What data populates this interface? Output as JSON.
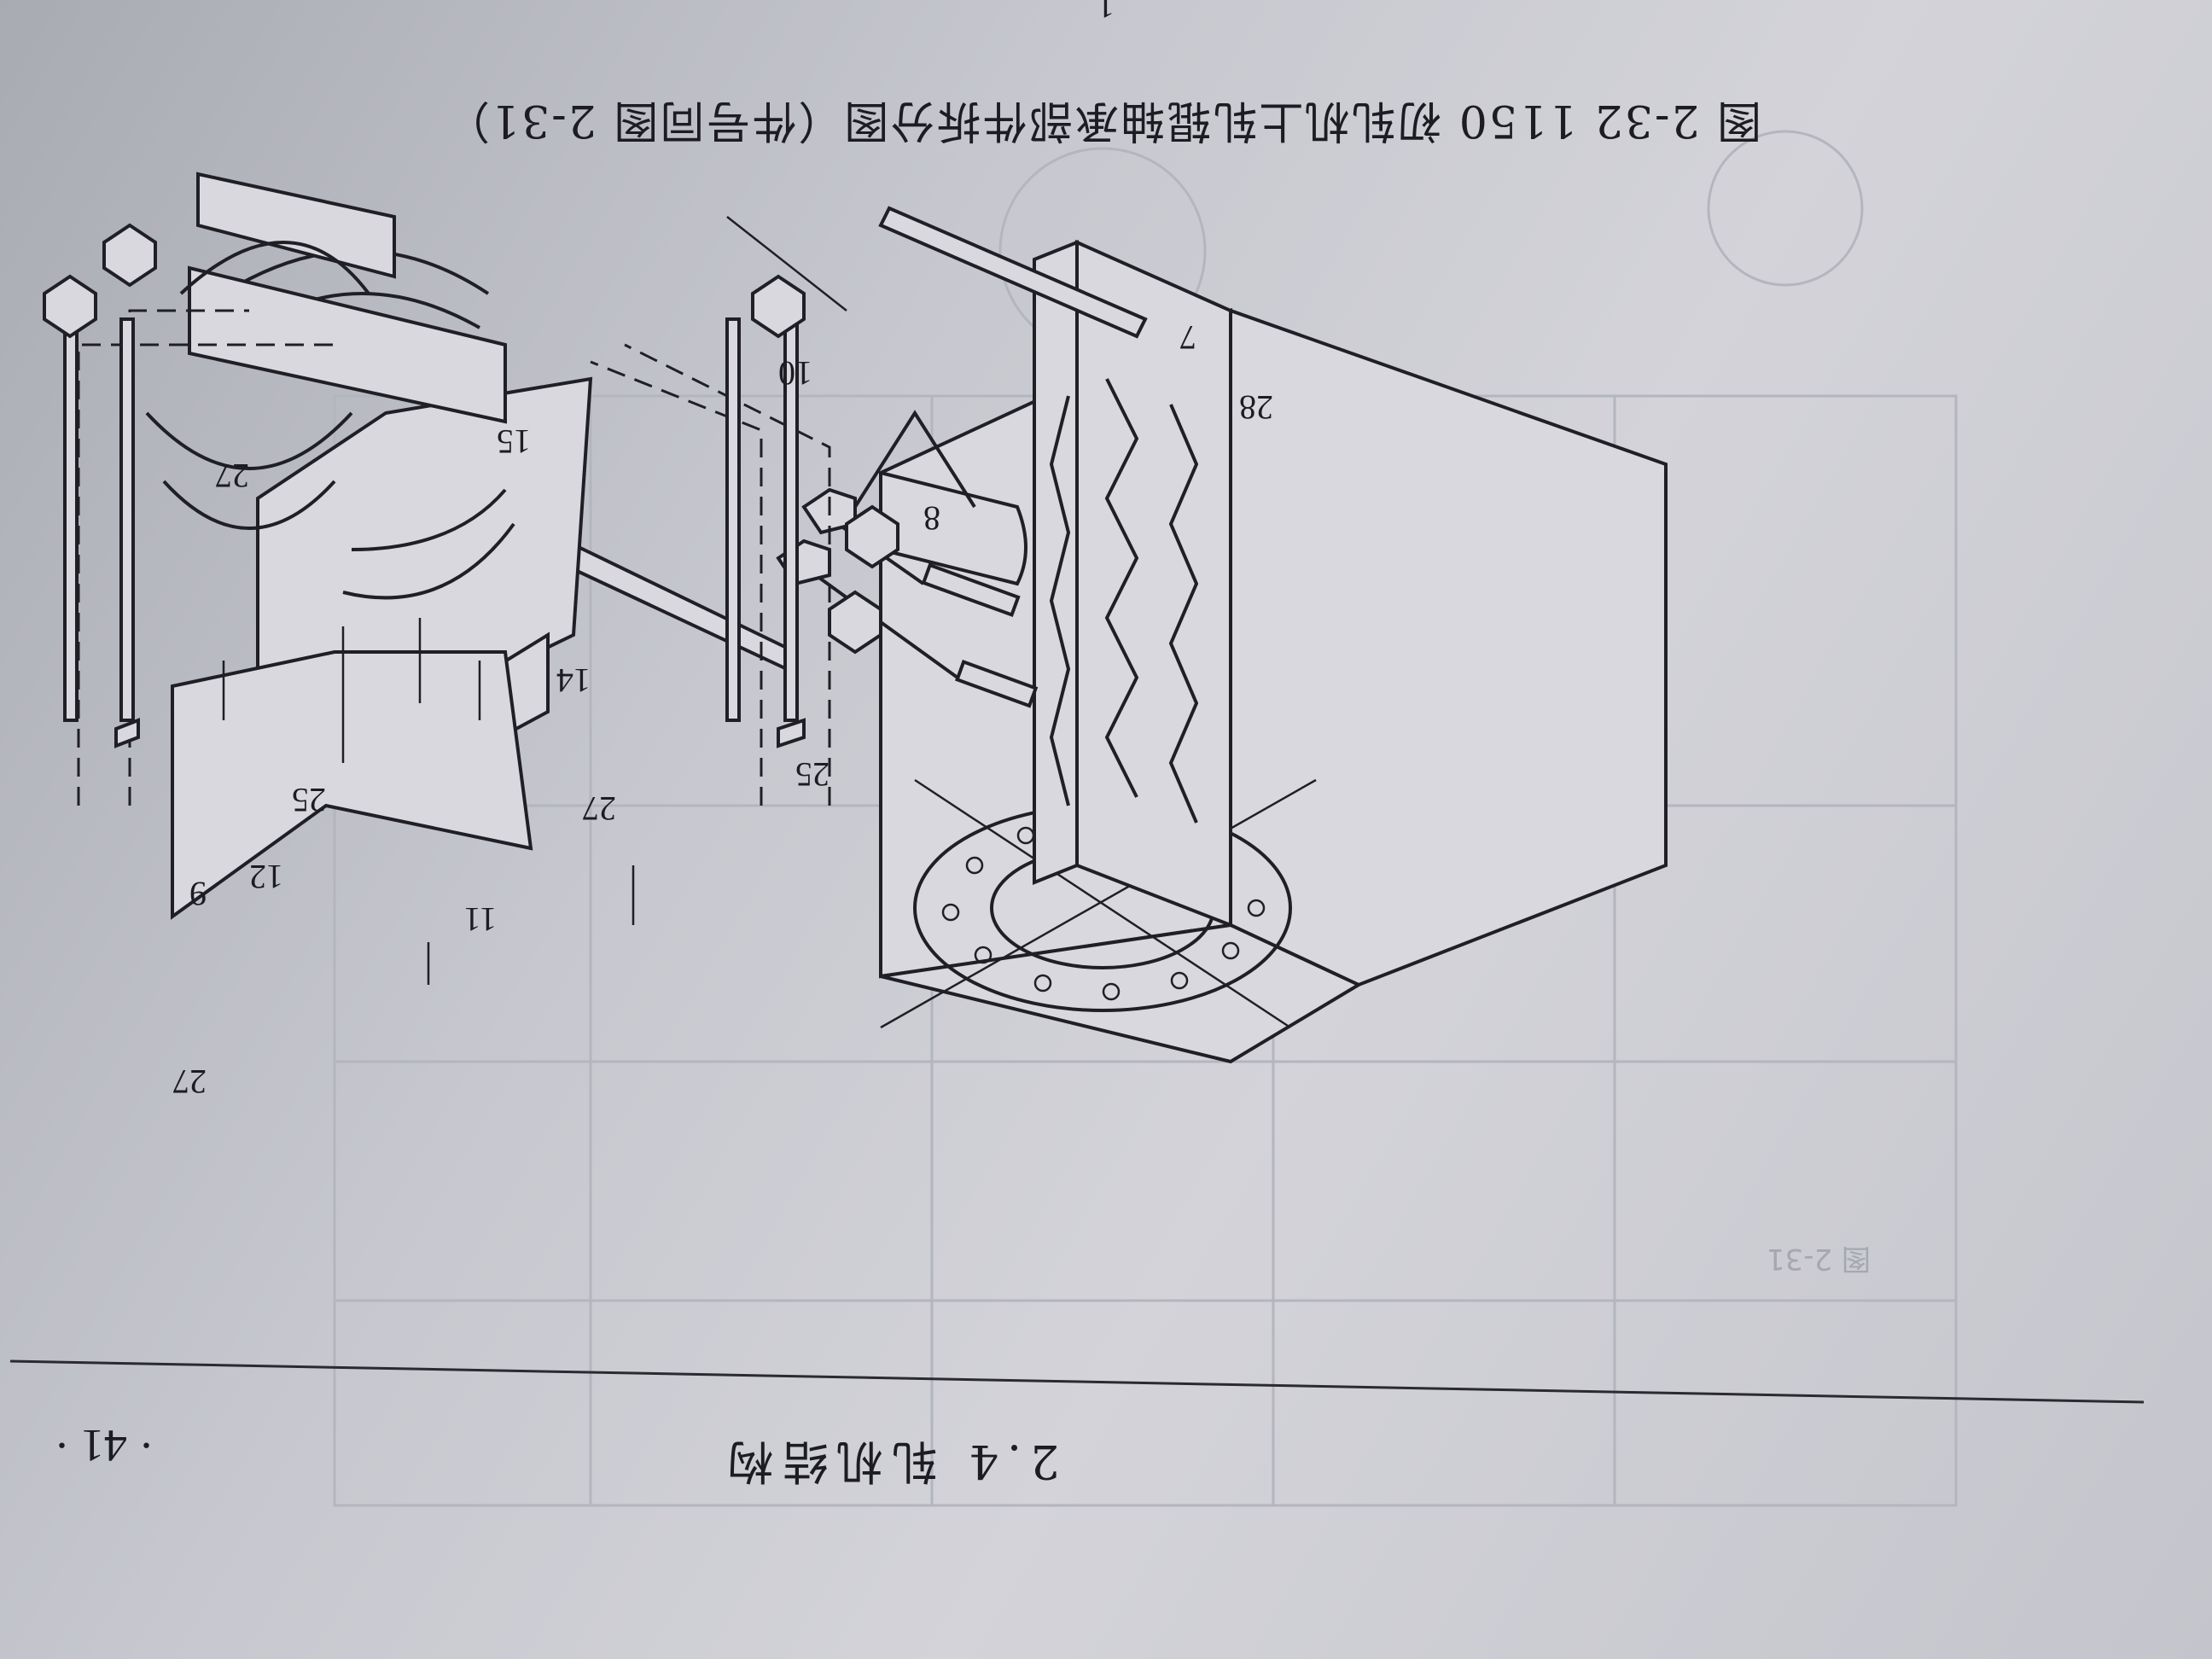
{
  "document": {
    "orientation": "rotated-180",
    "figure_caption": "图 2-32   1150 初轧机上轧辊轴承部件拆分图（件号同图 2-31）",
    "figure_marker": "1",
    "running_head": "2.4  轧机结构",
    "page_number": "· 41 ·",
    "ghost_label": "图 2-31"
  },
  "part_labels": {
    "p7": "7",
    "p28": "28",
    "p10": "10",
    "p8": "8",
    "p15": "15",
    "p27a": "27",
    "p27b": "27",
    "p27c": "27",
    "p14": "14",
    "p25a": "25",
    "p25b": "25",
    "p9": "9",
    "p12": "12",
    "p11": "11"
  },
  "colors": {
    "paper": "#c7c8cf",
    "ink": "#1f1f25",
    "bleed_through": "#b4b6bd"
  }
}
